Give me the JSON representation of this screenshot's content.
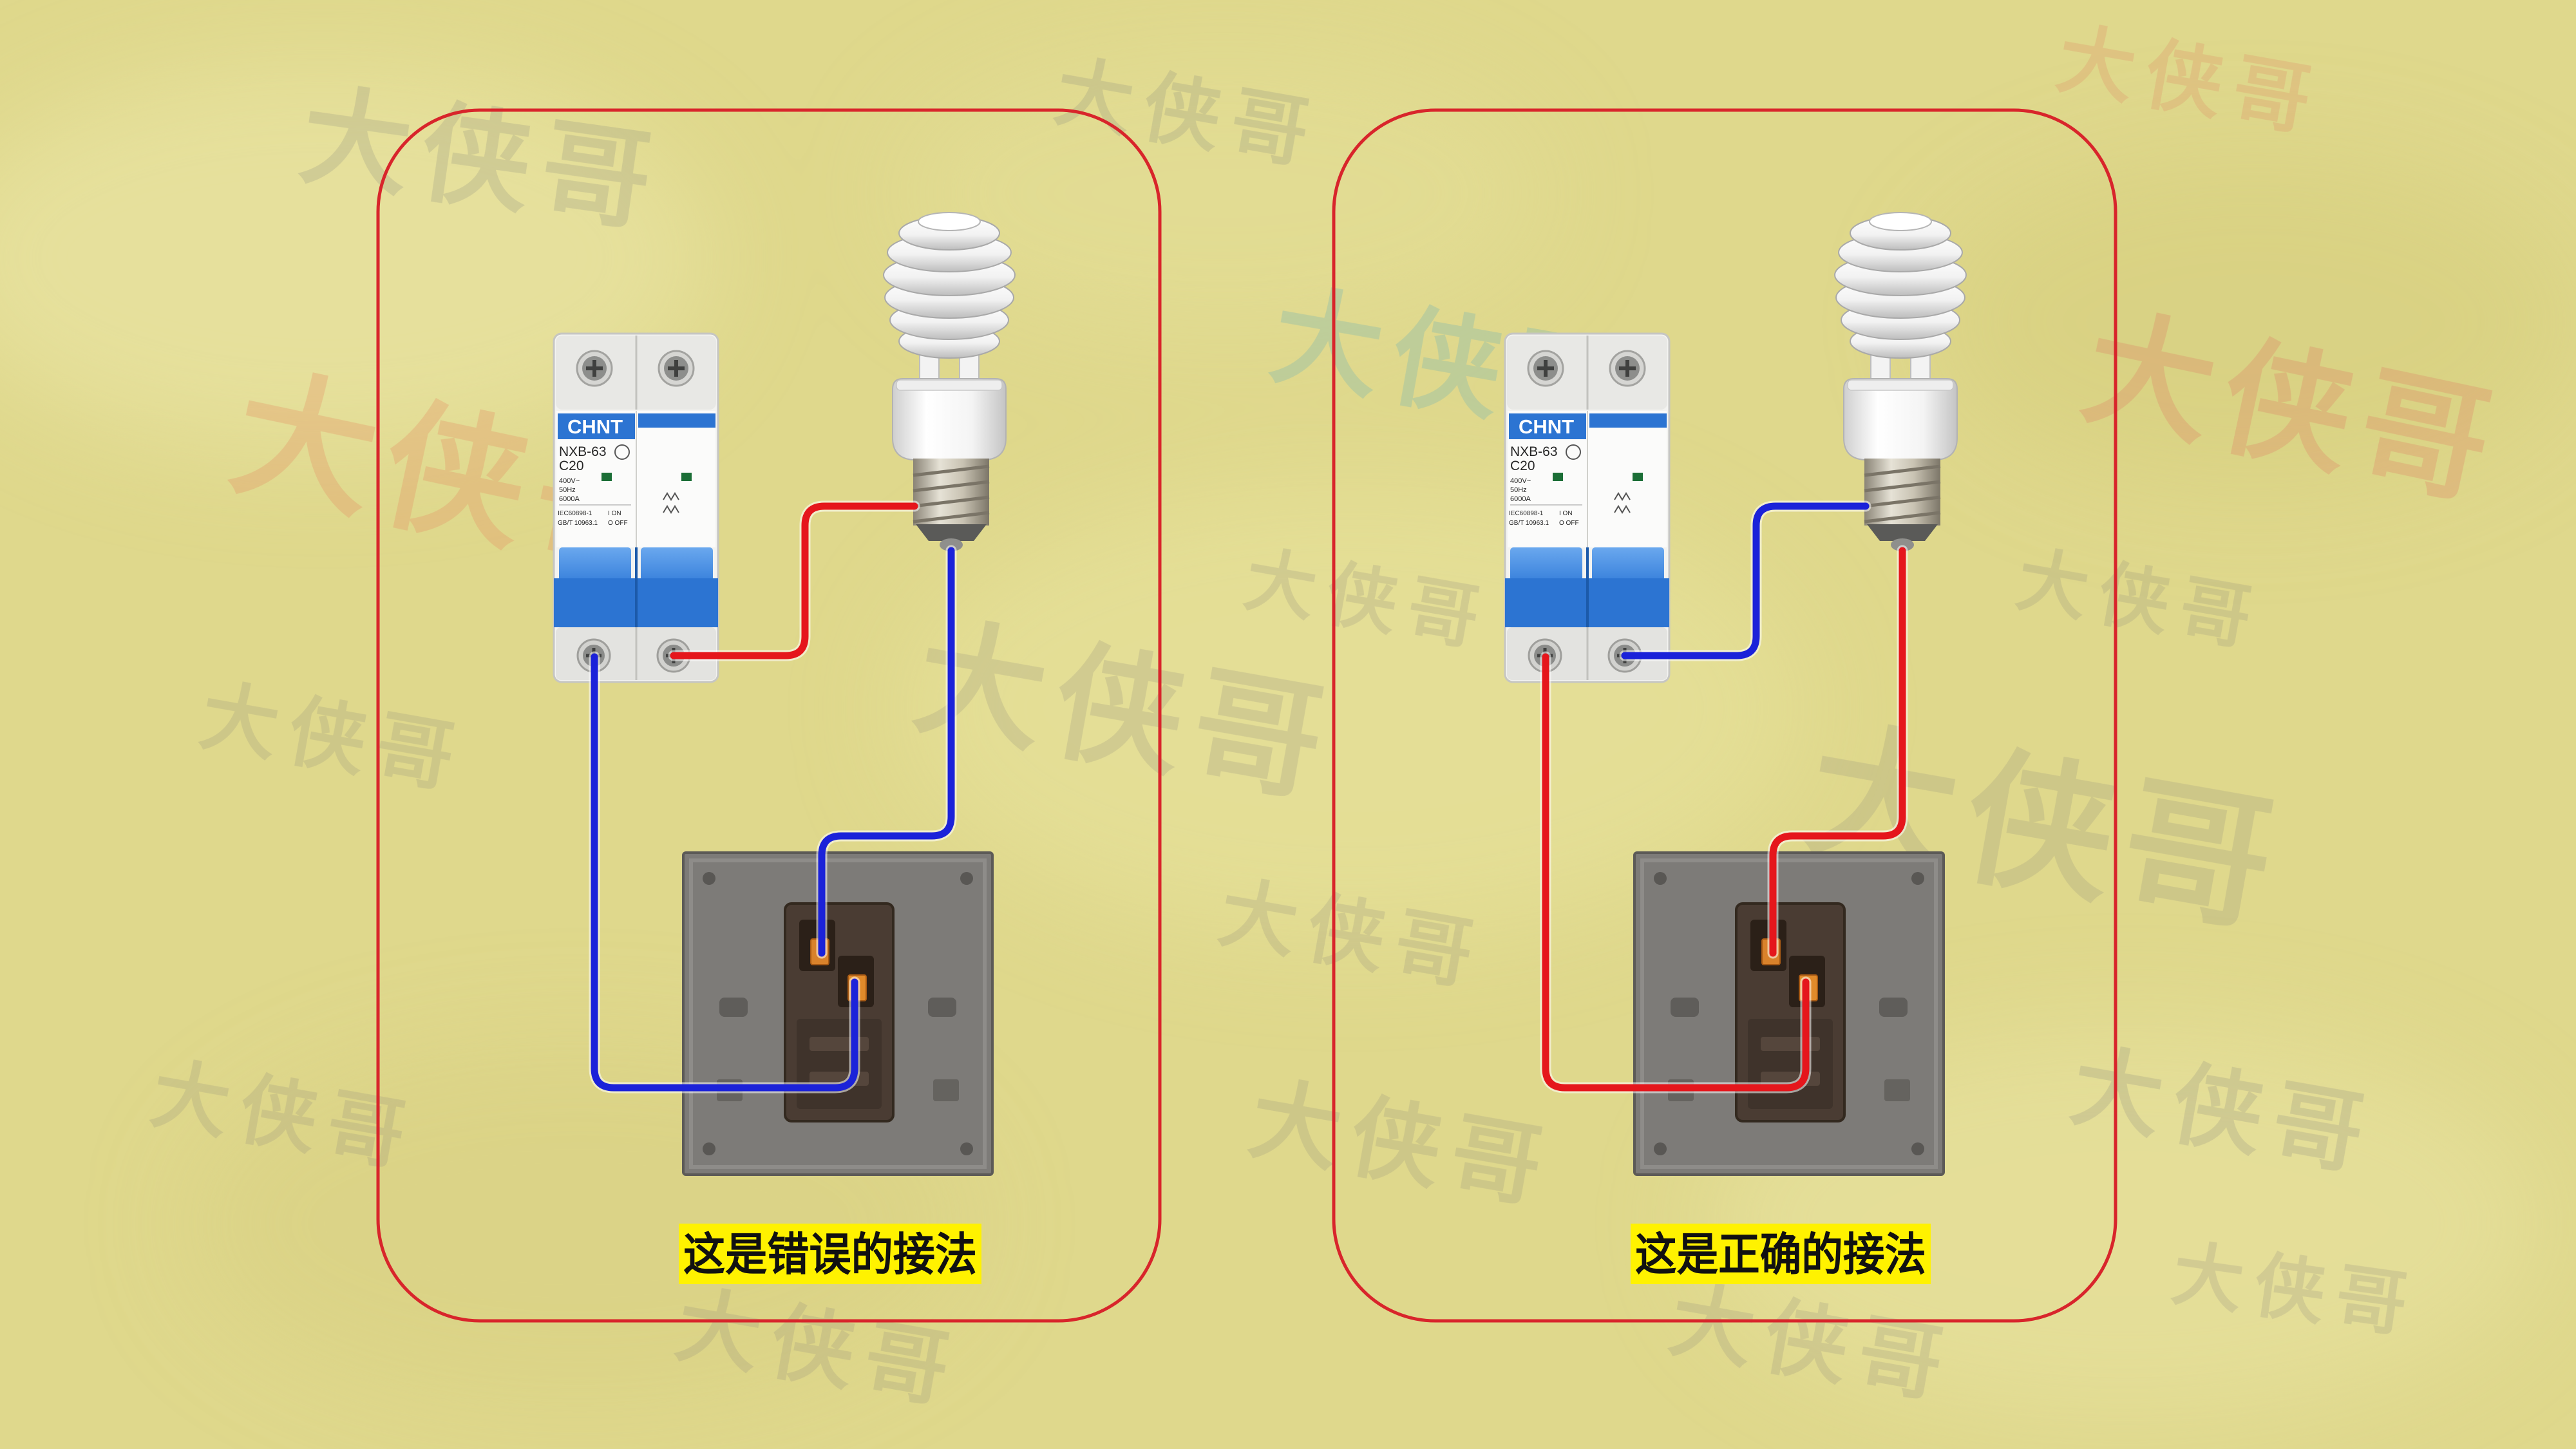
{
  "watermark": "大侠哥",
  "breaker": {
    "brand": "CHNT",
    "model": "NXB-63",
    "rating": "C20",
    "voltage": "400V~",
    "frequency": "50Hz",
    "breaking_capacity": "6000A",
    "standard_iec": "IEC60898-1",
    "standard_gb": "GB/T 10963.1",
    "on_label": "I ON",
    "off_label": "O OFF"
  },
  "panels": [
    {
      "caption": "这是错误的接法"
    },
    {
      "caption": "这是正确的接法"
    }
  ],
  "colors": {
    "background": "#dfd88c",
    "panel_border": "#d8252b",
    "red_wire": "#e5161c",
    "blue_wire": "#1b22d9",
    "caption_bg": "#fff200",
    "caption_text": "#111111",
    "breaker_blue": "#2c74d2",
    "switch_plate": "#7d7b78"
  }
}
